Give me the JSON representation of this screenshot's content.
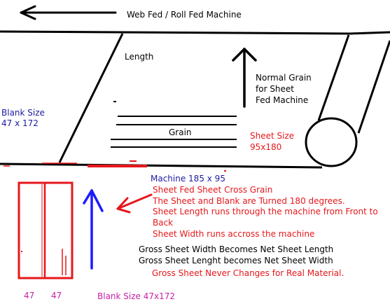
{
  "title": "Web Fed / Roll Fed Machine",
  "labels": {
    "length": "Length",
    "normal_grain": [
      "Normal Grain",
      "for Sheet",
      "Fed Machine"
    ],
    "grain": "Grain",
    "sheet_size_title": "Sheet Size",
    "sheet_size_value": "95x180",
    "blank_size_left_title": "Blank Size",
    "blank_size_left_value": "47 x 172",
    "machine": "Machine 185 x 95",
    "sheet_fed_lines": [
      "Sheet Fed  Sheet Cross Grain",
      "The Sheet and Blank are Turned 180 degrees.",
      "Sheet Length runs through the machine from Front to",
      "Back",
      "Sheet Width runs accross the machine"
    ],
    "gross_lines": [
      "Gross Sheet Width Becomes Net Sheet Length",
      "Gross Sheet Lenght becomes Net Sheet Width"
    ],
    "never_changes": "Gross Sheet Never Changes for Real Material.",
    "blank_width_1": "47",
    "blank_width_2": "47",
    "blank_size_bottom": "Blank Size 47x172"
  },
  "colors": {
    "black": "#000000",
    "blue": "#1d1ba0",
    "red": "#e6171b",
    "magenta": "#c81fa8"
  }
}
